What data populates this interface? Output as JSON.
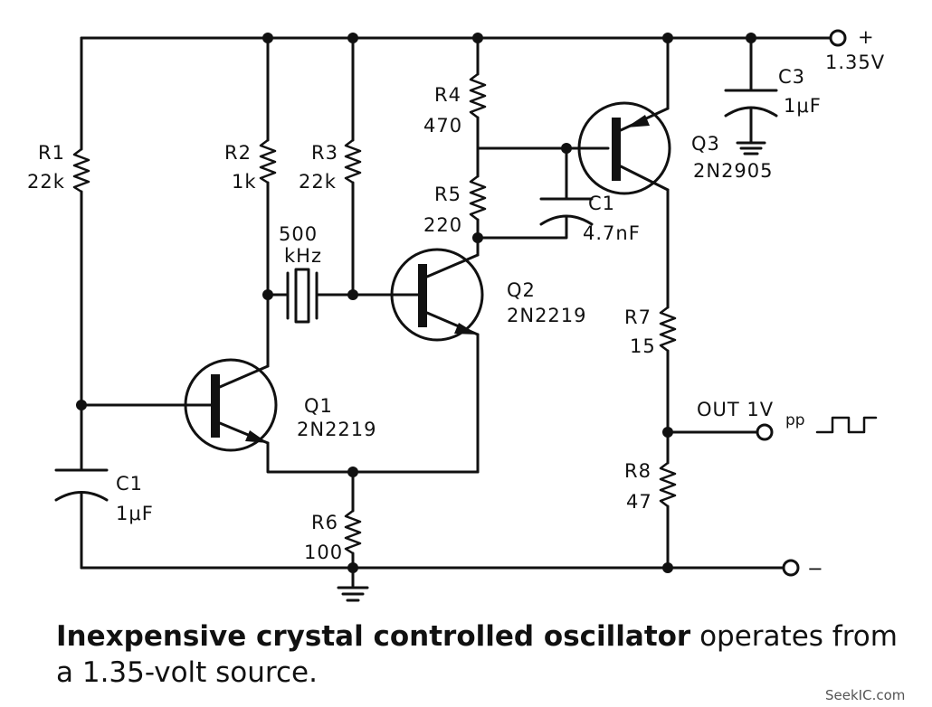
{
  "labels": {
    "r1_name": "R1",
    "r1_val": "22k",
    "r2_name": "R2",
    "r2_val": "1k",
    "r3_name": "R3",
    "r3_val": "22k",
    "r4_name": "R4",
    "r4_val": "470",
    "r5_name": "R5",
    "r5_val": "220",
    "r6_name": "R6",
    "r6_val": "100",
    "r7_name": "R7",
    "r7_val": "15",
    "r8_name": "R8",
    "r8_val": "47",
    "c1_name": "C1",
    "c1_val": "1μF",
    "c1b_name": "C1",
    "c1b_val": "4.7nF",
    "c3_name": "C3",
    "c3_val": "1μF",
    "crystal_freq": "500",
    "crystal_unit": "kHz",
    "q1_name": "Q1",
    "q1_type": "2N2219",
    "q2_name": "Q2",
    "q2_type": "2N2219",
    "q3_name": "Q3",
    "q3_type": "2N2905",
    "plus_sign": "+",
    "supply_voltage": "1.35V",
    "minus_sign": "−",
    "out_label": "OUT 1V",
    "out_pp": "pp"
  },
  "caption": {
    "bold": "Inexpensive crystal controlled oscillator",
    "rest": " operates from a 1.35-volt source."
  },
  "watermark": "SeekIC.com"
}
